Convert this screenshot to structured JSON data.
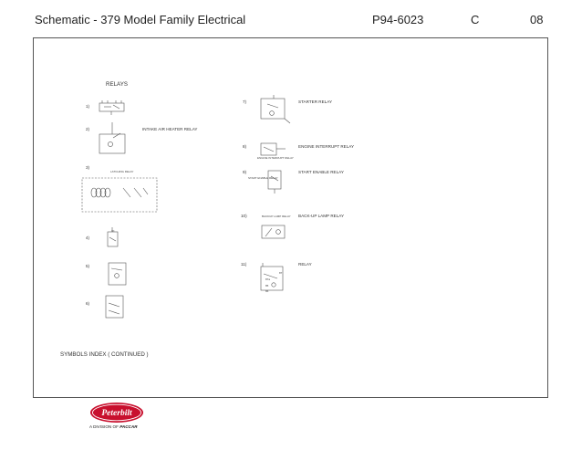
{
  "header": {
    "title": "Schematic - 379 Model Family Electrical",
    "doc_number": "P94-6023",
    "revision": "C",
    "page": "08"
  },
  "section": {
    "title": "RELAYS",
    "footer": "SYMBOLS INDEX ( CONTINUED )"
  },
  "relays": [
    {
      "num": "1)",
      "name": ""
    },
    {
      "num": "2)",
      "name": "INTAKE AIR HEATER RELAY"
    },
    {
      "num": "3)",
      "name": "",
      "tag": "LATCHING RELAY"
    },
    {
      "num": "4)",
      "name": ""
    },
    {
      "num": "5)",
      "name": ""
    },
    {
      "num": "6)",
      "name": ""
    },
    {
      "num": "7)",
      "name": "STARTER RELAY"
    },
    {
      "num": "8)",
      "name": "ENGINE INTERRUPT RELAY",
      "tag": "ENGINE INTERRUPT RELAY"
    },
    {
      "num": "9)",
      "name": "START ENABLE RELAY",
      "tag": "START ENABLE RELAY"
    },
    {
      "num": "10)",
      "name": "BACK-UP LAMP RELAY",
      "tag": "BACKUP LAMP RELAY"
    },
    {
      "num": "11)",
      "name": "RELAY"
    }
  ],
  "pins": [
    "30",
    "87",
    "87a",
    "85",
    "86"
  ],
  "footer": {
    "logo_text": "Peterbilt",
    "division_prefix": "A DIVISION OF",
    "division_name": "PACCAR"
  },
  "colors": {
    "logo_red": "#c8102e",
    "line": "#555555",
    "frame": "#555555"
  }
}
